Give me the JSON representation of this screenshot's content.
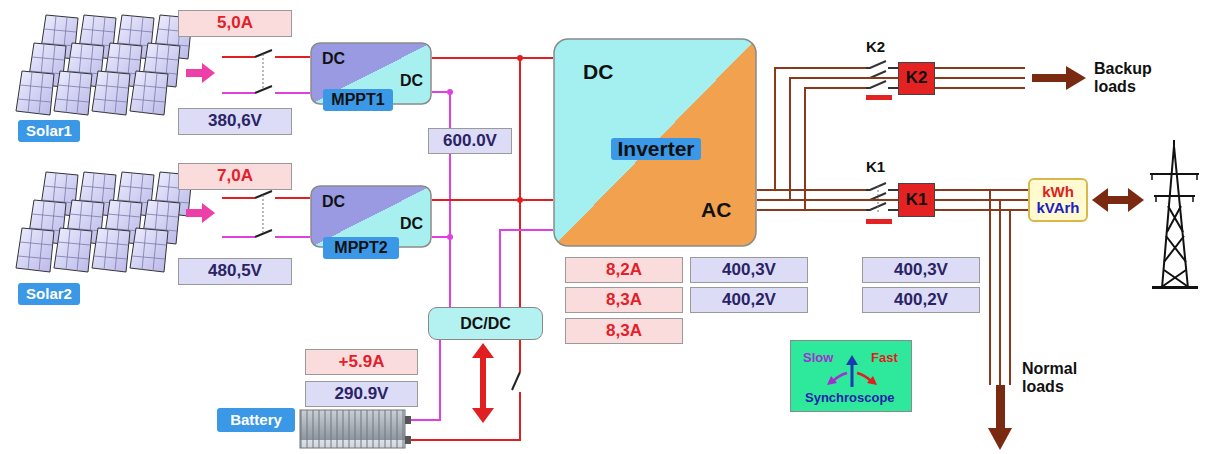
{
  "diagram": {
    "nodes": [
      {
        "text": [
          "5,0A"
        ]
      },
      {
        "text": [
          "380,6V"
        ]
      },
      {
        "text": [
          "Solar1"
        ]
      },
      {
        "text": [
          "DC",
          "DC"
        ]
      },
      {
        "text": [
          "MPPT1"
        ],
        "in": 3
      },
      {
        "text": [
          "600.0V"
        ]
      },
      {
        "text": [
          "DC",
          "AC"
        ]
      },
      {
        "text": [
          "Inverter"
        ],
        "in": 6
      },
      {
        "text": [
          "7,0A"
        ]
      },
      {
        "text": [
          "480,5V"
        ]
      },
      {
        "text": [
          "Solar2"
        ]
      },
      {
        "text": [
          "DC",
          "DC"
        ]
      },
      {
        "text": [
          "MPPT2"
        ],
        "in": 11
      },
      {
        "text": [
          "DC/DC"
        ]
      },
      {
        "text": [
          "+5.9A"
        ]
      },
      {
        "text": [
          "290.9V"
        ]
      },
      {
        "text": [
          "Battery"
        ]
      },
      {
        "text": [
          "8,2A"
        ]
      },
      {
        "text": [
          "8,3A"
        ]
      },
      {
        "text": [
          "8,3A"
        ]
      },
      {
        "text": [
          "400,3V"
        ]
      },
      {
        "text": [
          "400,2V"
        ]
      },
      {
        "text": [
          "K2"
        ]
      },
      {
        "text": [
          "K1"
        ]
      },
      {
        "text": [
          "400,3V"
        ]
      },
      {
        "text": [
          "400,2V"
        ]
      },
      {
        "text": [
          "kWh",
          "kVArh"
        ]
      },
      {
        "text": [
          "Slow",
          "Fast",
          "Synchroscope"
        ]
      }
    ],
    "edges": [
      {
        "from": 3,
        "to": 6,
        "arrow": "none"
      },
      {
        "from": 11,
        "to": 6,
        "arrow": "none"
      },
      {
        "from": 13,
        "to": 6,
        "arrow": "none"
      },
      {
        "from": 6,
        "to": 22,
        "arrow": "none"
      },
      {
        "from": 6,
        "to": 23,
        "arrow": "none"
      },
      {
        "from": 23,
        "to": 26,
        "arrow": "none"
      }
    ],
    "labels": [
      "K2",
      "K1",
      "Backup loads",
      "Normal loads"
    ]
  }
}
